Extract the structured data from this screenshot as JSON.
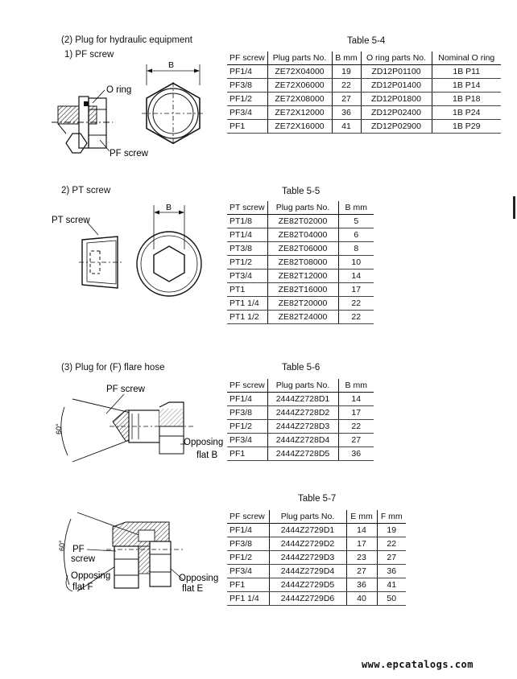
{
  "section_hydraulic": "(2)  Plug for hydraulic equipment",
  "sub_pf": "1)  PF screw",
  "sub_pt": "2)  PT screw",
  "section_flare": "(3)  Plug for (F) flare hose",
  "fig1": {
    "oring": "O ring",
    "pfscrew": "PF screw",
    "b": "B"
  },
  "fig2": {
    "ptscrew": "PT screw",
    "b": "B"
  },
  "fig3": {
    "pfscrew": "PF screw",
    "angle": "60°",
    "opp1": "Opposing",
    "opp2": "flat B"
  },
  "fig4": {
    "angle": "60°",
    "pf1": "PF",
    "pf2": "screw",
    "oppf1": "Opposing",
    "oppf2": "flat F",
    "oppe1": "Opposing",
    "oppe2": "flat E"
  },
  "table54": {
    "caption": "Table 5-4",
    "headers": [
      "PF screw",
      "Plug parts No.",
      "B mm",
      "O ring parts No.",
      "Nominal O ring"
    ],
    "rows": [
      [
        "PF1/4",
        "ZE72X04000",
        "19",
        "ZD12P01100",
        "1B  P11"
      ],
      [
        "PF3/8",
        "ZE72X06000",
        "22",
        "ZD12P01400",
        "1B  P14"
      ],
      [
        "PF1/2",
        "ZE72X08000",
        "27",
        "ZD12P01800",
        "1B  P18"
      ],
      [
        "PF3/4",
        "ZE72X12000",
        "36",
        "ZD12P02400",
        "1B  P24"
      ],
      [
        "PF1",
        "ZE72X16000",
        "41",
        "ZD12P02900",
        "1B  P29"
      ]
    ]
  },
  "table55": {
    "caption": "Table 5-5",
    "headers": [
      "PT screw",
      "Plug parts No.",
      "B mm"
    ],
    "rows": [
      [
        "PT1/8",
        "ZE82T02000",
        "5"
      ],
      [
        "PT1/4",
        "ZE82T04000",
        "6"
      ],
      [
        "PT3/8",
        "ZE82T06000",
        "8"
      ],
      [
        "PT1/2",
        "ZE82T08000",
        "10"
      ],
      [
        "PT3/4",
        "ZE82T12000",
        "14"
      ],
      [
        "PT1",
        "ZE82T16000",
        "17"
      ],
      [
        "PT1 1/4",
        "ZE82T20000",
        "22"
      ],
      [
        "PT1 1/2",
        "ZE82T24000",
        "22"
      ]
    ]
  },
  "table56": {
    "caption": "Table 5-6",
    "headers": [
      "PF screw",
      "Plug parts No.",
      "B mm"
    ],
    "rows": [
      [
        "PF1/4",
        "2444Z2728D1",
        "14"
      ],
      [
        "PF3/8",
        "2444Z2728D2",
        "17"
      ],
      [
        "PF1/2",
        "2444Z2728D3",
        "22"
      ],
      [
        "PF3/4",
        "2444Z2728D4",
        "27"
      ],
      [
        "PF1",
        "2444Z2728D5",
        "36"
      ]
    ]
  },
  "table57": {
    "caption": "Table 5-7",
    "headers": [
      "PF screw",
      "Plug parts No.",
      "E mm",
      "F mm"
    ],
    "rows": [
      [
        "PF1/4",
        "2444Z2729D1",
        "14",
        "19"
      ],
      [
        "PF3/8",
        "2444Z2729D2",
        "17",
        "22"
      ],
      [
        "PF1/2",
        "2444Z2729D3",
        "23",
        "27"
      ],
      [
        "PF3/4",
        "2444Z2729D4",
        "27",
        "36"
      ],
      [
        "PF1",
        "2444Z2729D5",
        "36",
        "41"
      ],
      [
        "PF1 1/4",
        "2444Z2729D6",
        "40",
        "50"
      ]
    ]
  },
  "footer": "www.epcatalogs.com"
}
